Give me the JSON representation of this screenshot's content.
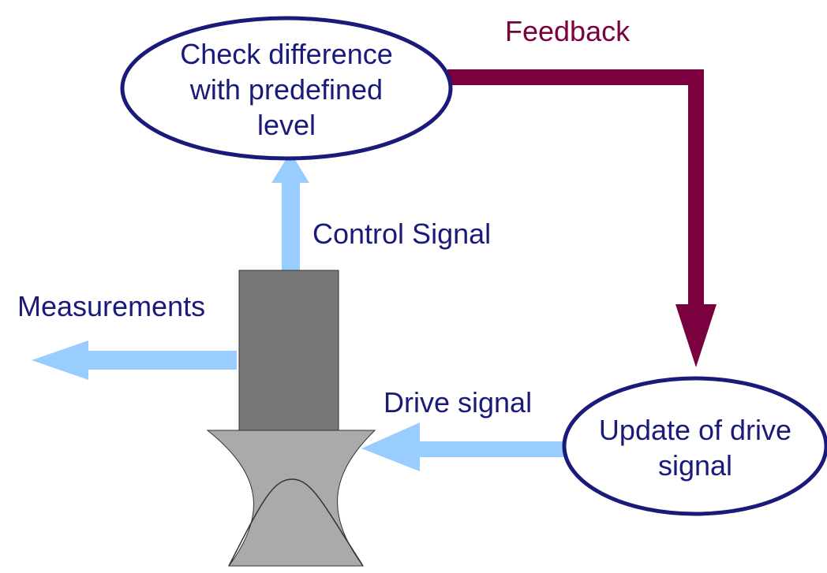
{
  "colors": {
    "text_navy": "#1a1a7a",
    "feedback_maroon": "#7a0040",
    "arrow_light_blue": "#99ccff",
    "ellipse_stroke": "#1a1a7a",
    "sensor_dark": "#777777",
    "shaker_light": "#aaaaaa"
  },
  "nodes": {
    "check": {
      "lines": [
        "Check difference",
        "with predefined",
        "level"
      ]
    },
    "update": {
      "lines": [
        "Update of drive",
        "signal"
      ]
    }
  },
  "labels": {
    "feedback": "Feedback",
    "control_signal": "Control Signal",
    "measurements": "Measurements",
    "drive_signal": "Drive signal"
  }
}
